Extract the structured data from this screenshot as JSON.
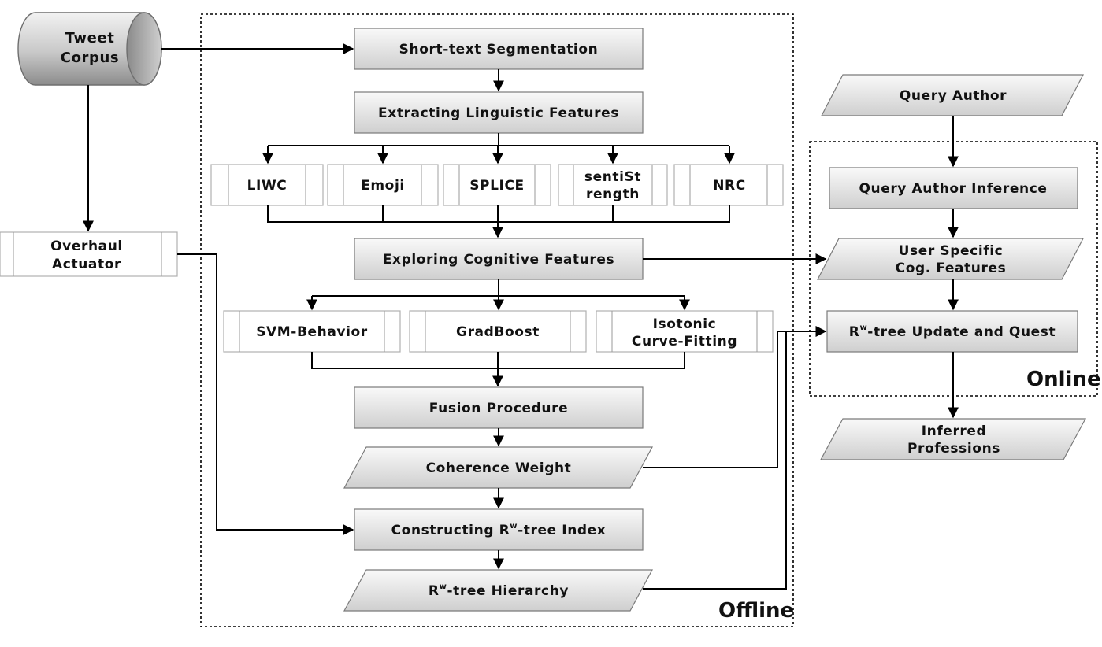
{
  "source": {
    "label_line1": "Tweet",
    "label_line2": "Corpus"
  },
  "actuator": {
    "label_line1": "Overhaul",
    "label_line2": "Actuator"
  },
  "offline": {
    "region_label": "Offline",
    "segmentation": "Short-text Segmentation",
    "extracting": "Extracting Linguistic Features",
    "lexicons": [
      {
        "line1": "LIWC",
        "line2": ""
      },
      {
        "line1": "Emoji",
        "line2": ""
      },
      {
        "line1": "SPLICE",
        "line2": ""
      },
      {
        "line1": "sentiSt",
        "line2": "rength"
      },
      {
        "line1": "NRC",
        "line2": ""
      }
    ],
    "exploring": "Exploring Cognitive Features",
    "models": [
      {
        "line1": "SVM-Behavior",
        "line2": ""
      },
      {
        "line1": "GradBoost",
        "line2": ""
      },
      {
        "line1": "Isotonic",
        "line2": "Curve-Fitting"
      }
    ],
    "fusion": "Fusion Procedure",
    "coherence": "Coherence Weight",
    "constructing": {
      "prefix": "Constructing R",
      "sup": "w",
      "suffix": "-tree Index"
    },
    "hierarchy": {
      "prefix": "R",
      "sup": "w",
      "suffix": "-tree Hierarchy"
    }
  },
  "online": {
    "region_label": "Online",
    "query_author": "Query Author",
    "inference": "Query Author Inference",
    "user_specific": {
      "line1": "User Specific",
      "line2": "Cog. Features"
    },
    "update": {
      "prefix": "R",
      "sup": "w",
      "suffix": "-tree Update and Quest"
    },
    "inferred": {
      "line1": "Inferred",
      "line2": "Professions"
    }
  },
  "colors": {
    "fill_light": "#f7f7f7",
    "fill_dark": "#cfcfcf",
    "cylinder_dark": "#8c8c8c",
    "edge": "#000000"
  }
}
